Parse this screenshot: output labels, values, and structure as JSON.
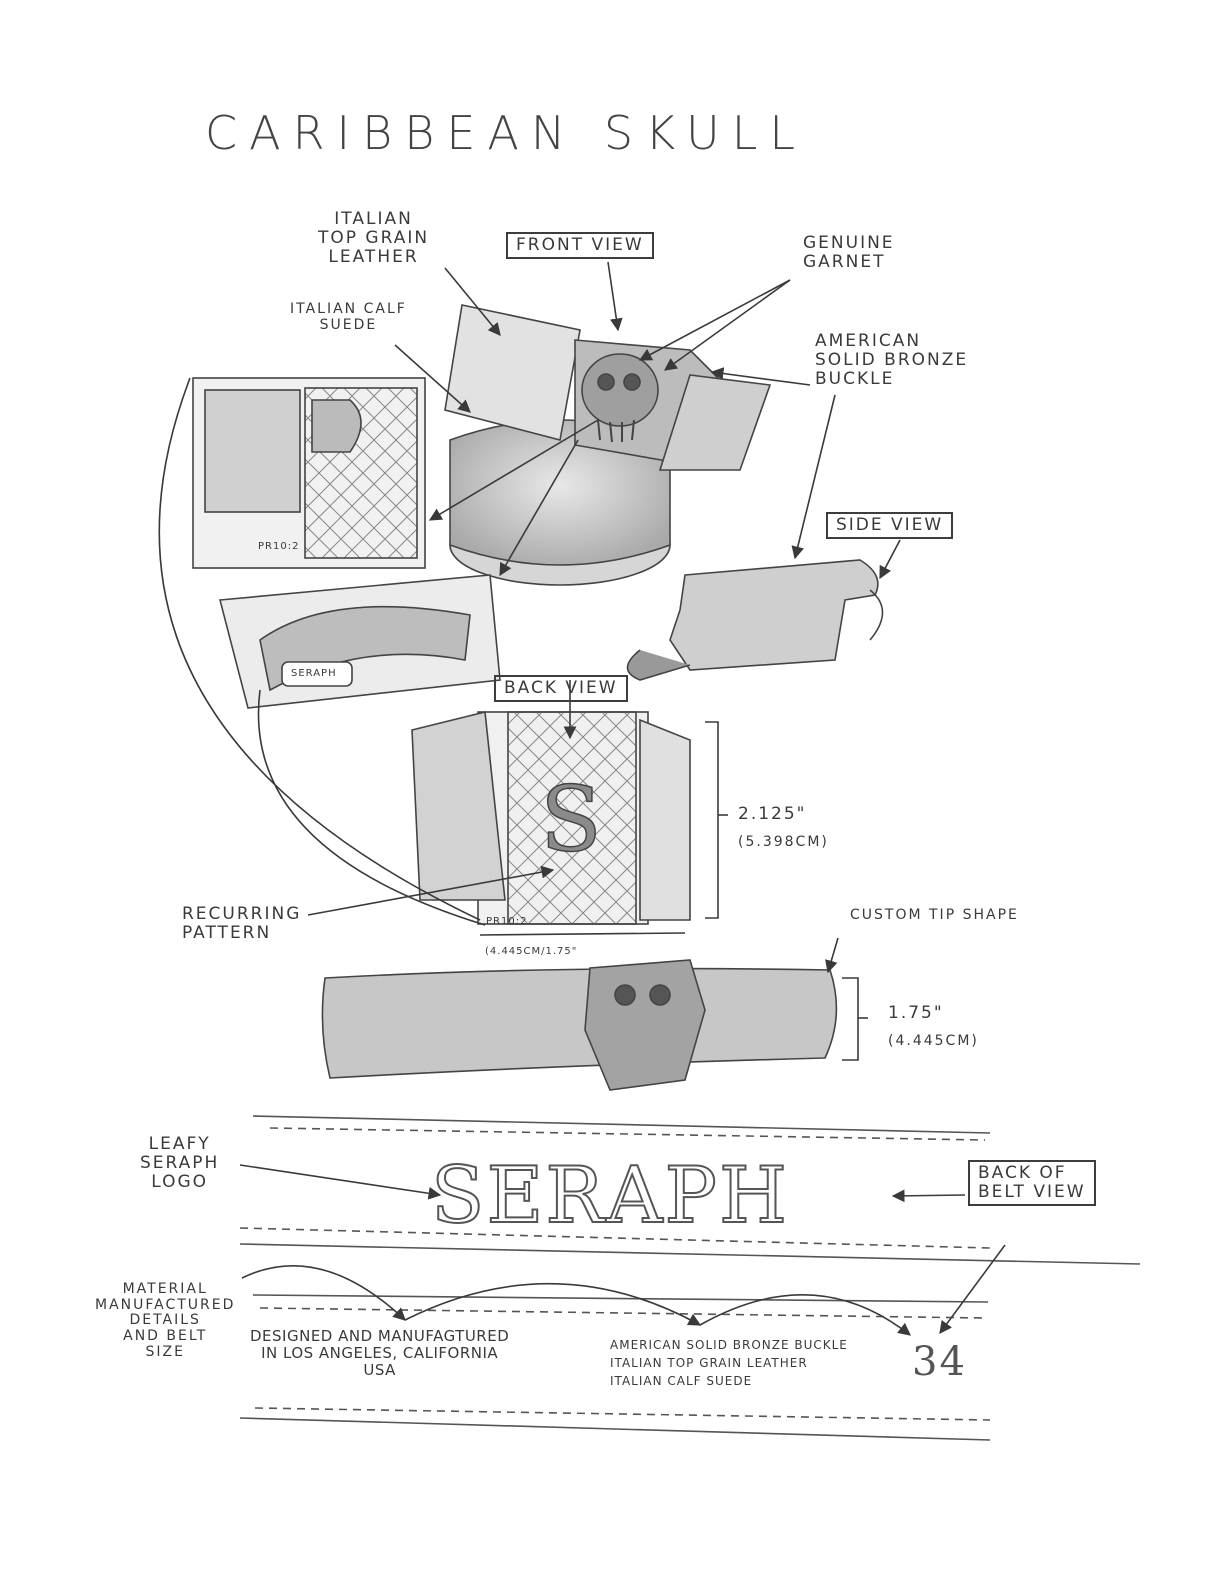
{
  "title": "CARIBBEAN SKULL",
  "labels": {
    "italian_top_grain_leather": "ITALIAN\nTOP GRAIN\nLEATHER",
    "front_view": "FRONT VIEW",
    "genuine_garnet": "GENUINE\nGARNET",
    "italian_calf_suede": "ITALIAN CALF\nSUEDE",
    "american_solid_bronze_buckle": "AMERICAN\nSOLID BRONZE\nBUCKLE",
    "side_view": "SIDE VIEW",
    "back_view": "BACK VIEW",
    "recurring_pattern": "RECURRING\nPATTERN",
    "custom_tip_shape": "CUSTOM TIP SHAPE",
    "leafy_seraph_logo": "LEAFY\nSERAPH\nLOGO",
    "back_of_belt_view": "BACK OF\nBELT VIEW",
    "material_details": "MATERIAL\nMANUFACTURED\nDETAILS\nAND BELT\nSIZE"
  },
  "dimensions": {
    "height_in": "2.125\"",
    "height_cm": "(5.398cm)",
    "width": "(4.445cm/1.75\"",
    "strap_in": "1.75\"",
    "strap_cm": "(4.445cm)"
  },
  "stamps": {
    "seraph_tag": "SERAPH",
    "pr_code_top": "Pr10:2",
    "pr_code_back": "Pr10:2"
  },
  "logo_text": "SERAPH",
  "belt_back": {
    "designed_text": "DESIGNED AND MANUFAGTURED\nIN LOS ANGELES, CALIFORNIA\nUSA",
    "materials_text": "AMERICAN SOLID BRONZE BUCKLE\nITALIAN TOP GRAIN LEATHER\nITALIAN CALF SUEDE",
    "size": "34"
  },
  "colors": {
    "pencil": "#3a3a3a",
    "shade": "#9a9a9a",
    "paper": "#ffffff"
  }
}
